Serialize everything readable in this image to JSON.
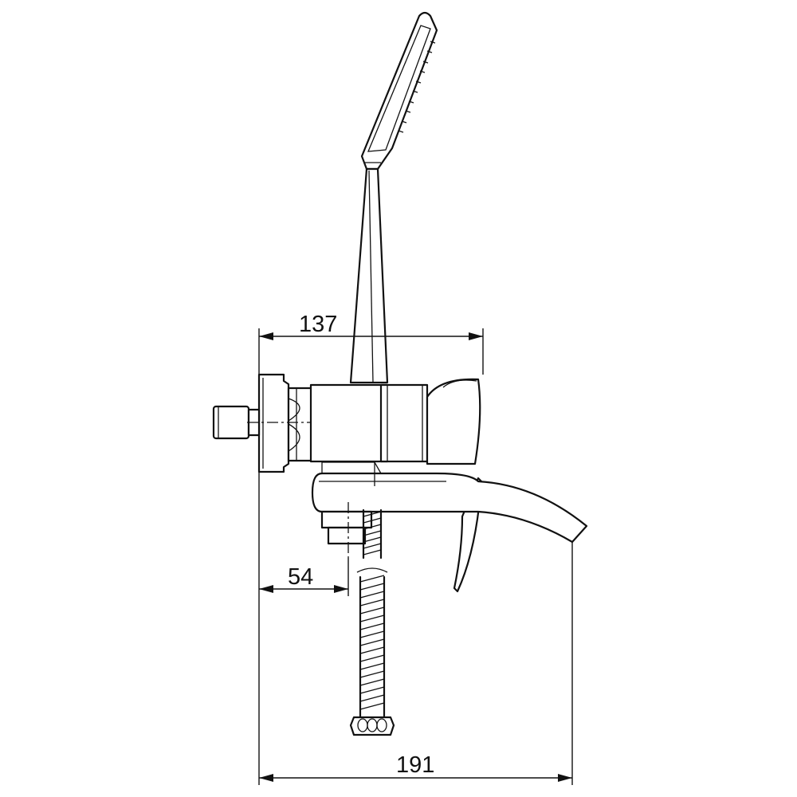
{
  "diagram": {
    "dimensions": [
      {
        "id": "overall-depth",
        "value": "137"
      },
      {
        "id": "inlet-offset",
        "value": "54"
      },
      {
        "id": "spout-projection",
        "value": "191"
      }
    ]
  }
}
